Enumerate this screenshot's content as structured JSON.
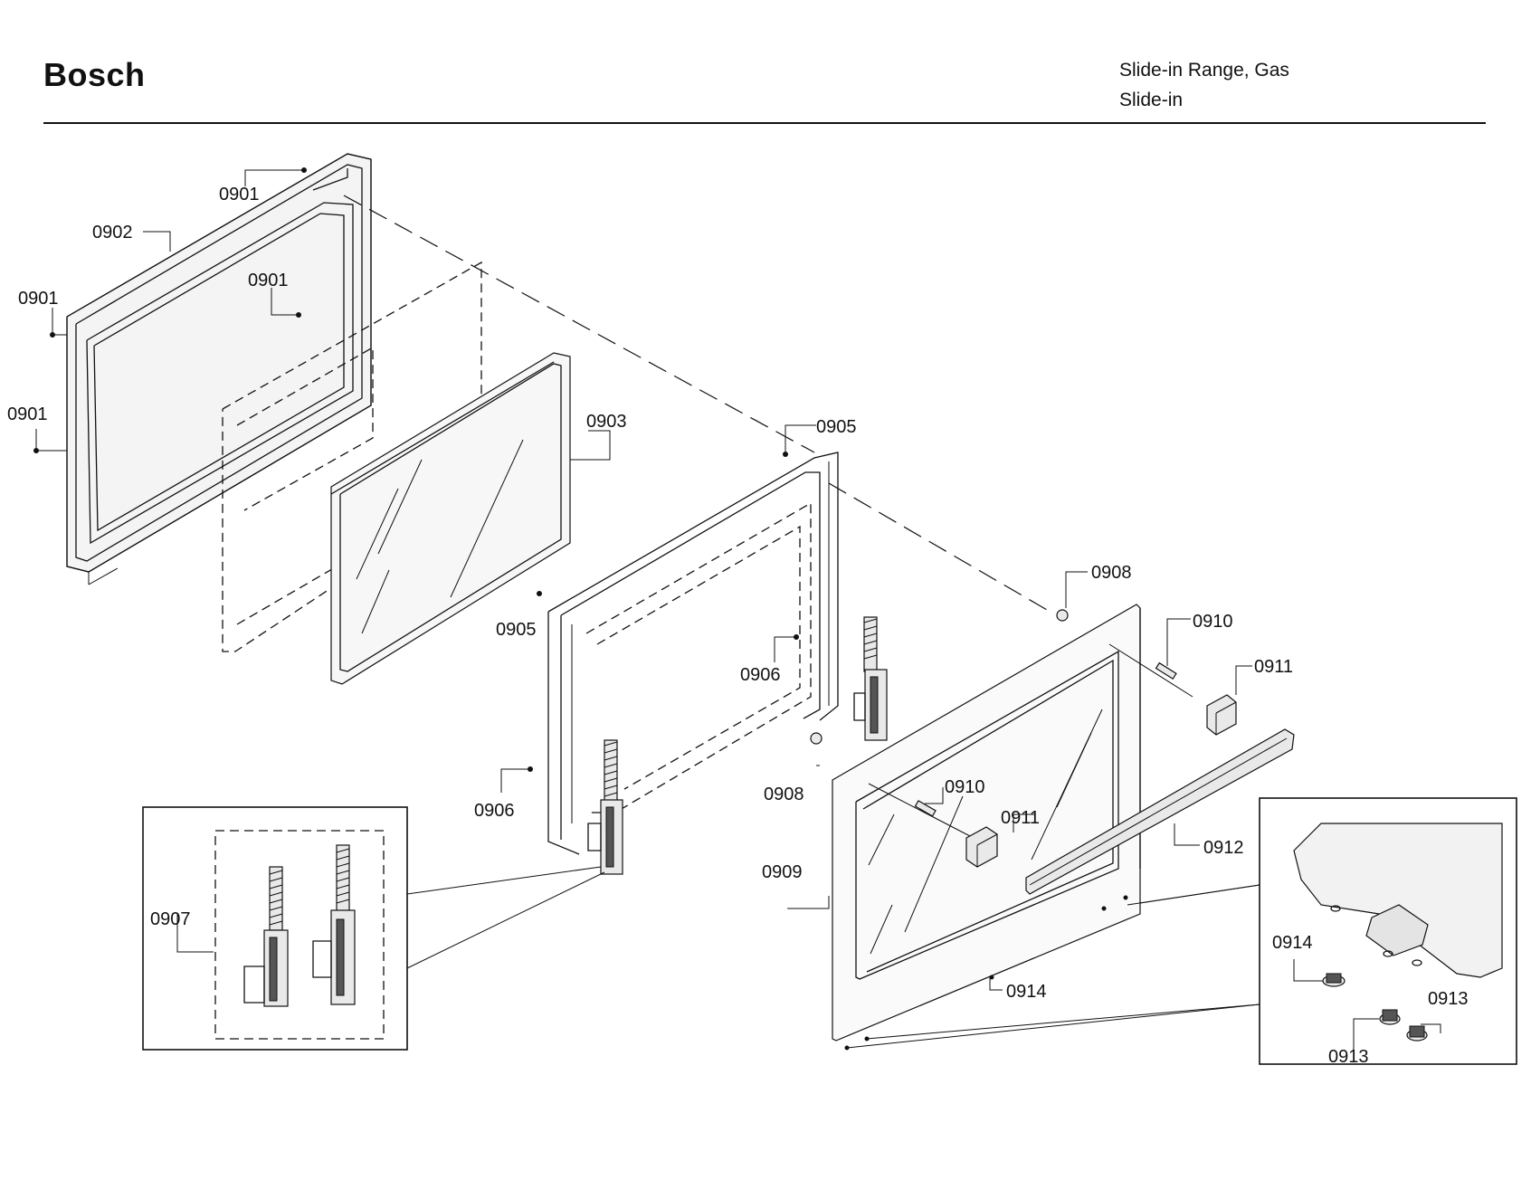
{
  "header": {
    "brand": "Bosch",
    "subtitle_line1": "Slide-in Range, Gas",
    "subtitle_line2": "Slide-in"
  },
  "callouts": {
    "c0901_top": "0901",
    "c0902": "0902",
    "c0901_mid": "0901",
    "c0901_left": "0901",
    "c0901_lower": "0901",
    "c0903": "0903",
    "c0905_top": "0905",
    "c0905_left": "0905",
    "c0906_right": "0906",
    "c0906_left": "0906",
    "c0907": "0907",
    "c0908_top": "0908",
    "c0908_left": "0908",
    "c0909": "0909",
    "c0910_top": "0910",
    "c0910_mid": "0910",
    "c0911_top": "0911",
    "c0911_mid": "0911",
    "c0912": "0912",
    "c0913_right": "0913",
    "c0913_bottom": "0913",
    "c0914_mid": "0914",
    "c0914_inset": "0914"
  }
}
